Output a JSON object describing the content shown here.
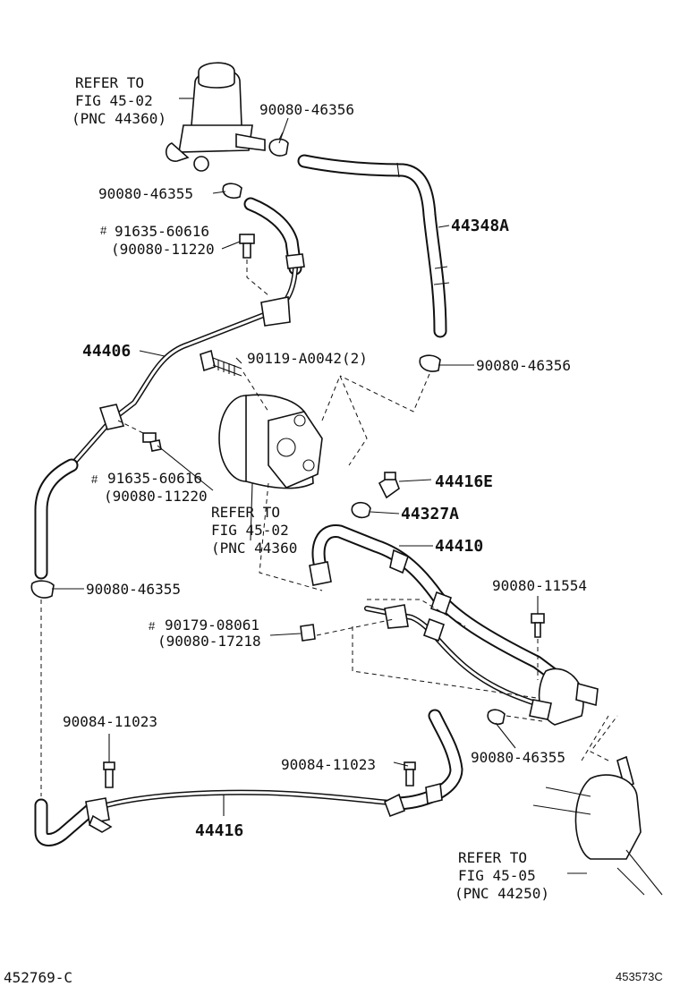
{
  "refs": {
    "reservoir": {
      "line1": "REFER TO",
      "line2": "FIG 45-02",
      "line3": "(PNC 44360)"
    },
    "pump": {
      "line1": "REFER TO",
      "line2": "FIG 45-02",
      "line3": "(PNC 44360"
    },
    "gear": {
      "line1": "REFER TO",
      "line2": "FIG 45-05",
      "line3": "(PNC 44250)"
    }
  },
  "parts": {
    "clamp_top": "90080-46356",
    "clamp_reservoir_left": "90080-46355",
    "bolt_top_main": "91635-60616",
    "bolt_top_alt": "(90080-11220",
    "hose_return_upper": "44348A",
    "tube_return": "44406",
    "pump_bolt": "90119-A0042(2)",
    "clamp_hose_lower": "90080-46356",
    "bolt_mid_main": "91635-60616",
    "bolt_mid_alt": "(90080-11220",
    "union_bolt": "44416E",
    "gasket": "44327A",
    "pressure_tube": "44410",
    "bolt_gear": "90080-11554",
    "clamp_left_lower": "90080-46355",
    "nut_main": "90179-08061",
    "nut_alt": "(90080-17218",
    "bolt_lower_left": "90084-11023",
    "bolt_lower_mid": "90084-11023",
    "clamp_gear": "90080-46355",
    "tube_return_lower": "44416"
  },
  "marks": {
    "hash": "#"
  },
  "footer": {
    "left_code": "452769-C",
    "right_code": "453573C"
  }
}
